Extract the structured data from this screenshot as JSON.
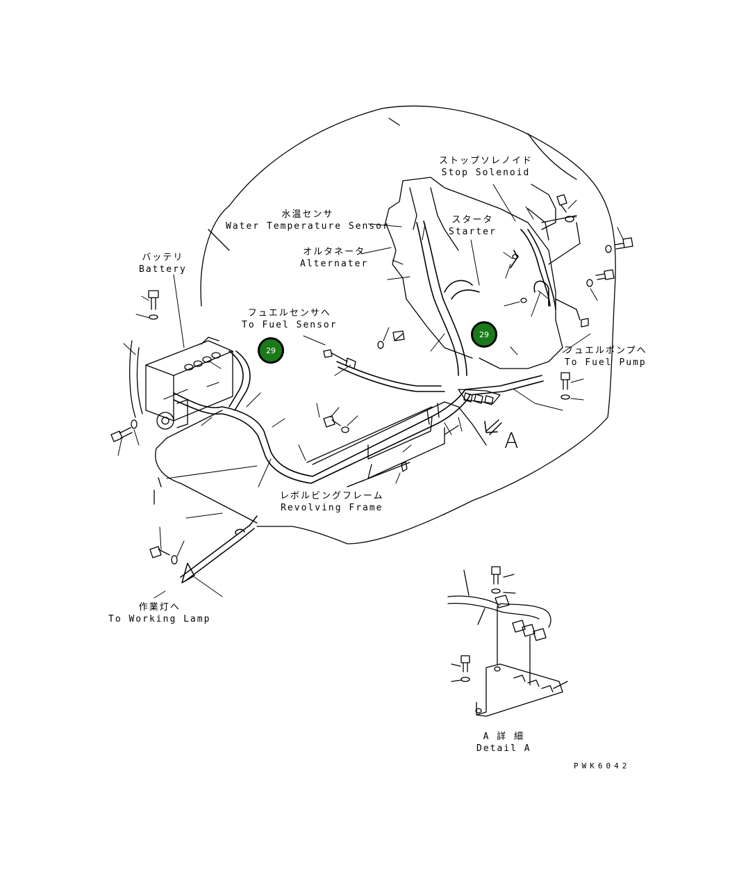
{
  "labels": {
    "stop_solenoid": {
      "jp": "ストップソレノイド",
      "en": "Stop Solenoid"
    },
    "water_temp_sensor": {
      "jp": "水温センサ",
      "en": "Water Temperature Sensor"
    },
    "starter": {
      "jp": "スタータ",
      "en": "Starter"
    },
    "alternator": {
      "jp": "オルタネータ",
      "en": "Alternater"
    },
    "battery": {
      "jp": "バッテリ",
      "en": "Battery"
    },
    "fuel_sensor": {
      "jp": "フュエルセンサヘ",
      "en": "To Fuel Sensor"
    },
    "fuel_pump": {
      "jp": "フュエルポンプヘ",
      "en": "To Fuel Pump"
    },
    "revolving_frame": {
      "jp": "レボルビングフレーム",
      "en": "Revolving Frame"
    },
    "working_lamp": {
      "jp": "作業灯ヘ",
      "en": "To Working Lamp"
    },
    "detail_a": {
      "jp": "A 詳 細",
      "en": "Detail A"
    }
  },
  "markers": [
    {
      "id": "marker-left",
      "text": "29"
    },
    {
      "id": "marker-right",
      "text": "29"
    }
  ],
  "view_arrow_label": "A",
  "drawing_ref": "PWK6042",
  "colors": {
    "marker_fill": "#1a7a1a",
    "line": "#000000",
    "background": "#ffffff"
  }
}
